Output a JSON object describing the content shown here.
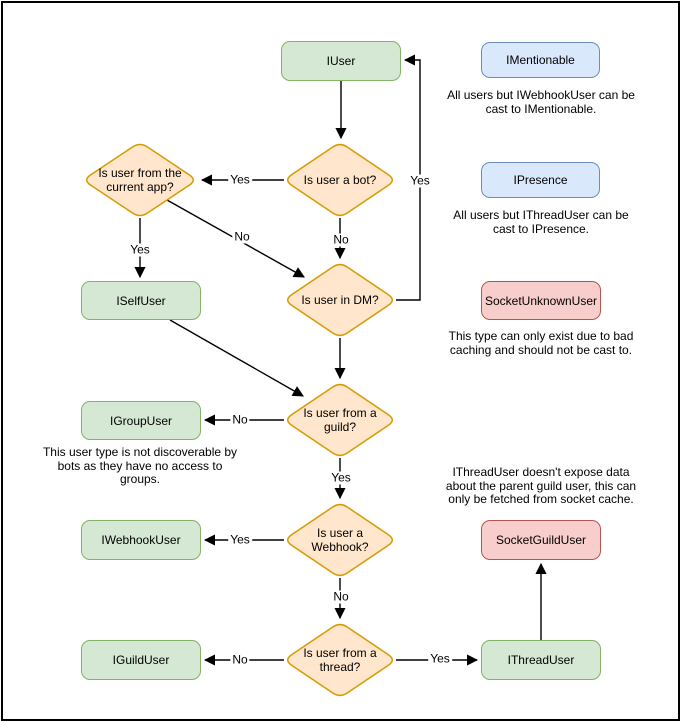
{
  "colors": {
    "green_fill": "#d5e8d4",
    "green_stroke": "#82b366",
    "orange_fill": "#ffe6cc",
    "orange_stroke": "#d79b00",
    "blue_fill": "#dae8fc",
    "blue_stroke": "#6c8ebf",
    "red_fill": "#f8cecc",
    "red_stroke": "#b85450",
    "line": "#000000",
    "background": "#ffffff"
  },
  "nodes": {
    "iuser": "IUser",
    "imentionable": "IMentionable",
    "ipresence": "IPresence",
    "socketunknownuser": "SocketUnknownUser",
    "iselfuser": "ISelfUser",
    "igroupuser": "IGroupUser",
    "iwebhookuser": "IWebhookUser",
    "iguilduser": "IGuildUser",
    "socketguilduser": "SocketGuildUser",
    "ithreaduser": "IThreadUser"
  },
  "decisions": {
    "bot": [
      "Is user a bot?"
    ],
    "app": [
      "Is user from the",
      "current app?"
    ],
    "dm": [
      "Is user in DM?"
    ],
    "guild": [
      "Is user from a",
      "guild?"
    ],
    "webhook": [
      "Is user a",
      "Webhook?"
    ],
    "thread": [
      "Is user from a",
      "thread?"
    ]
  },
  "edge_labels": {
    "bot_to_app": "Yes",
    "bot_to_dm": "No",
    "dm_to_iuser": "Yes",
    "app_to_iselfuser": "Yes",
    "app_to_dm": "No",
    "guild_to_igroupuser": "No",
    "guild_to_webhook": "Yes",
    "webhook_to_iwebhookuser": "Yes",
    "webhook_to_thread": "No",
    "thread_to_iguilduser": "No",
    "thread_to_ithreaduser": "Yes"
  },
  "notes": {
    "mentionable": [
      "All users but IWebhookUser can be",
      "cast to IMentionable."
    ],
    "presence": [
      "All users but IThreadUser can be",
      "cast to IPresence."
    ],
    "unknown": [
      "This type can only exist due to bad",
      "caching and should not be cast to."
    ],
    "group": [
      "This user type is not discoverable by",
      "bots as they have no access to",
      "groups."
    ],
    "thread": [
      "IThreadUser doesn't expose data",
      "about the parent guild user, this can",
      "only be fetched from socket cache."
    ]
  }
}
